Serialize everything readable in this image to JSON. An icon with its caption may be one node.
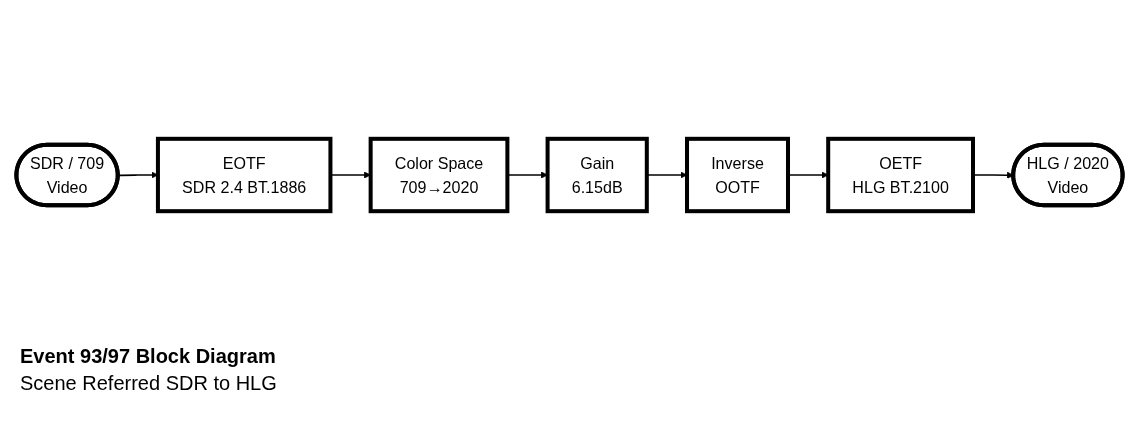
{
  "diagram": {
    "title": "Event 93/97 Block Diagram",
    "caption": "Scene Referred SDR to HLG",
    "nodes": [
      {
        "text": [
          "SDR / 709",
          "Video"
        ]
      },
      {
        "text": [
          "EOTF",
          "SDR 2.4 BT.1886"
        ]
      },
      {
        "text": [
          "Color Space",
          "709→2020"
        ]
      },
      {
        "text": [
          "Gain",
          "6.15dB"
        ]
      },
      {
        "text": [
          "Inverse",
          "OOTF"
        ]
      },
      {
        "text": [
          "OETF",
          "HLG BT.2100"
        ]
      },
      {
        "text": [
          "HLG / 2020",
          "Video"
        ]
      }
    ],
    "edges": [
      {
        "from": 0,
        "to": 1,
        "arrow": "to"
      },
      {
        "from": 1,
        "to": 2,
        "arrow": "to"
      },
      {
        "from": 2,
        "to": 3,
        "arrow": "to"
      },
      {
        "from": 3,
        "to": 4,
        "arrow": "to"
      },
      {
        "from": 4,
        "to": 5,
        "arrow": "to"
      },
      {
        "from": 5,
        "to": 6,
        "arrow": "to"
      }
    ]
  }
}
